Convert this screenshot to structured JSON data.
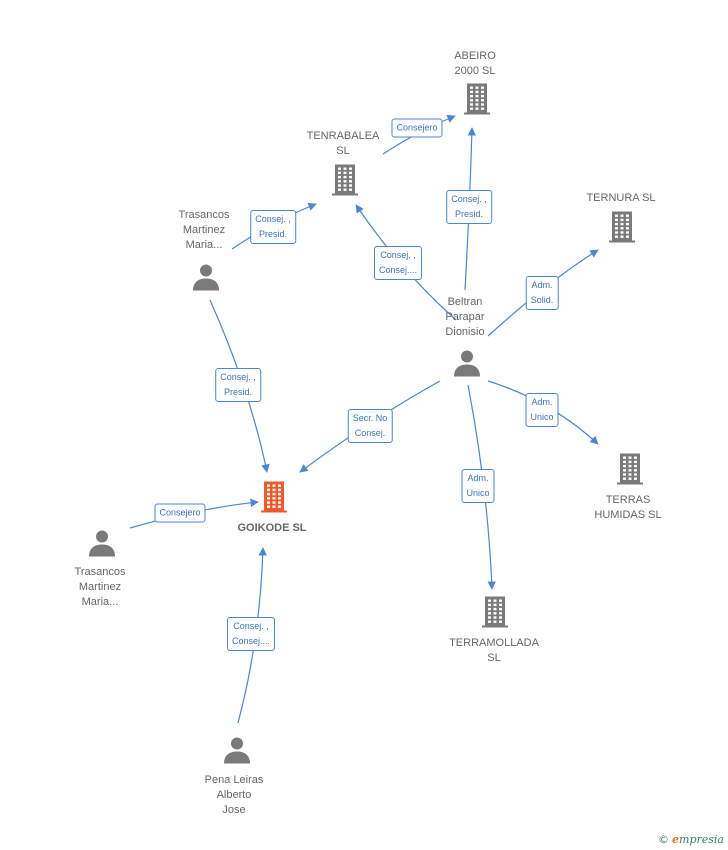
{
  "colors": {
    "edge": "#4a86d4",
    "company_icon": "#7a7a7a",
    "main_company_icon": "#f05a28",
    "person_icon": "#7a7a7a"
  },
  "nodes": {
    "abeiro": {
      "label": "ABEIRO\n2000 SL",
      "type": "company"
    },
    "tenrabalea": {
      "label": "TENRABALEA\nSL",
      "type": "company"
    },
    "ternura": {
      "label": "TERNURA  SL",
      "type": "company"
    },
    "trasancos_top": {
      "label": "Trasancos\nMartinez\nMaria...",
      "type": "person"
    },
    "beltran": {
      "label": "Beltran\nParapar\nDionisio",
      "type": "person"
    },
    "goikode": {
      "label": "GOIKODE  SL",
      "type": "main-company"
    },
    "terras": {
      "label": "TERRAS\nHUMIDAS  SL",
      "type": "company"
    },
    "trasancos_bottom": {
      "label": "Trasancos\nMartinez\nMaria...",
      "type": "person"
    },
    "terramollada": {
      "label": "TERRAMOLLADA\nSL",
      "type": "company"
    },
    "pena": {
      "label": "Pena Leiras\nAlberto\nJose",
      "type": "person"
    }
  },
  "edges": {
    "tenrabalea_abeiro": "Consejero",
    "beltran_abeiro": "Consej. ,\nPresid.",
    "trasancos_tenrabalea": "Consej. ,\nPresid.",
    "beltran_tenrabalea": "Consej. ,\nConsej....",
    "beltran_ternura": "Adm.\nSolid.",
    "trasancos_goikode": "Consej. ,\nPresid.",
    "beltran_goikode": "Secr.  No\nConsej.",
    "beltran_terras": "Adm.\nUnico",
    "beltran_terramollada": "Adm.\nUnico",
    "trasancos2_goikode": "Consejero",
    "pena_goikode": "Consej. ,\nConsej...."
  },
  "brand": {
    "copyright": "©",
    "initial": "e",
    "rest": "mpresia"
  }
}
